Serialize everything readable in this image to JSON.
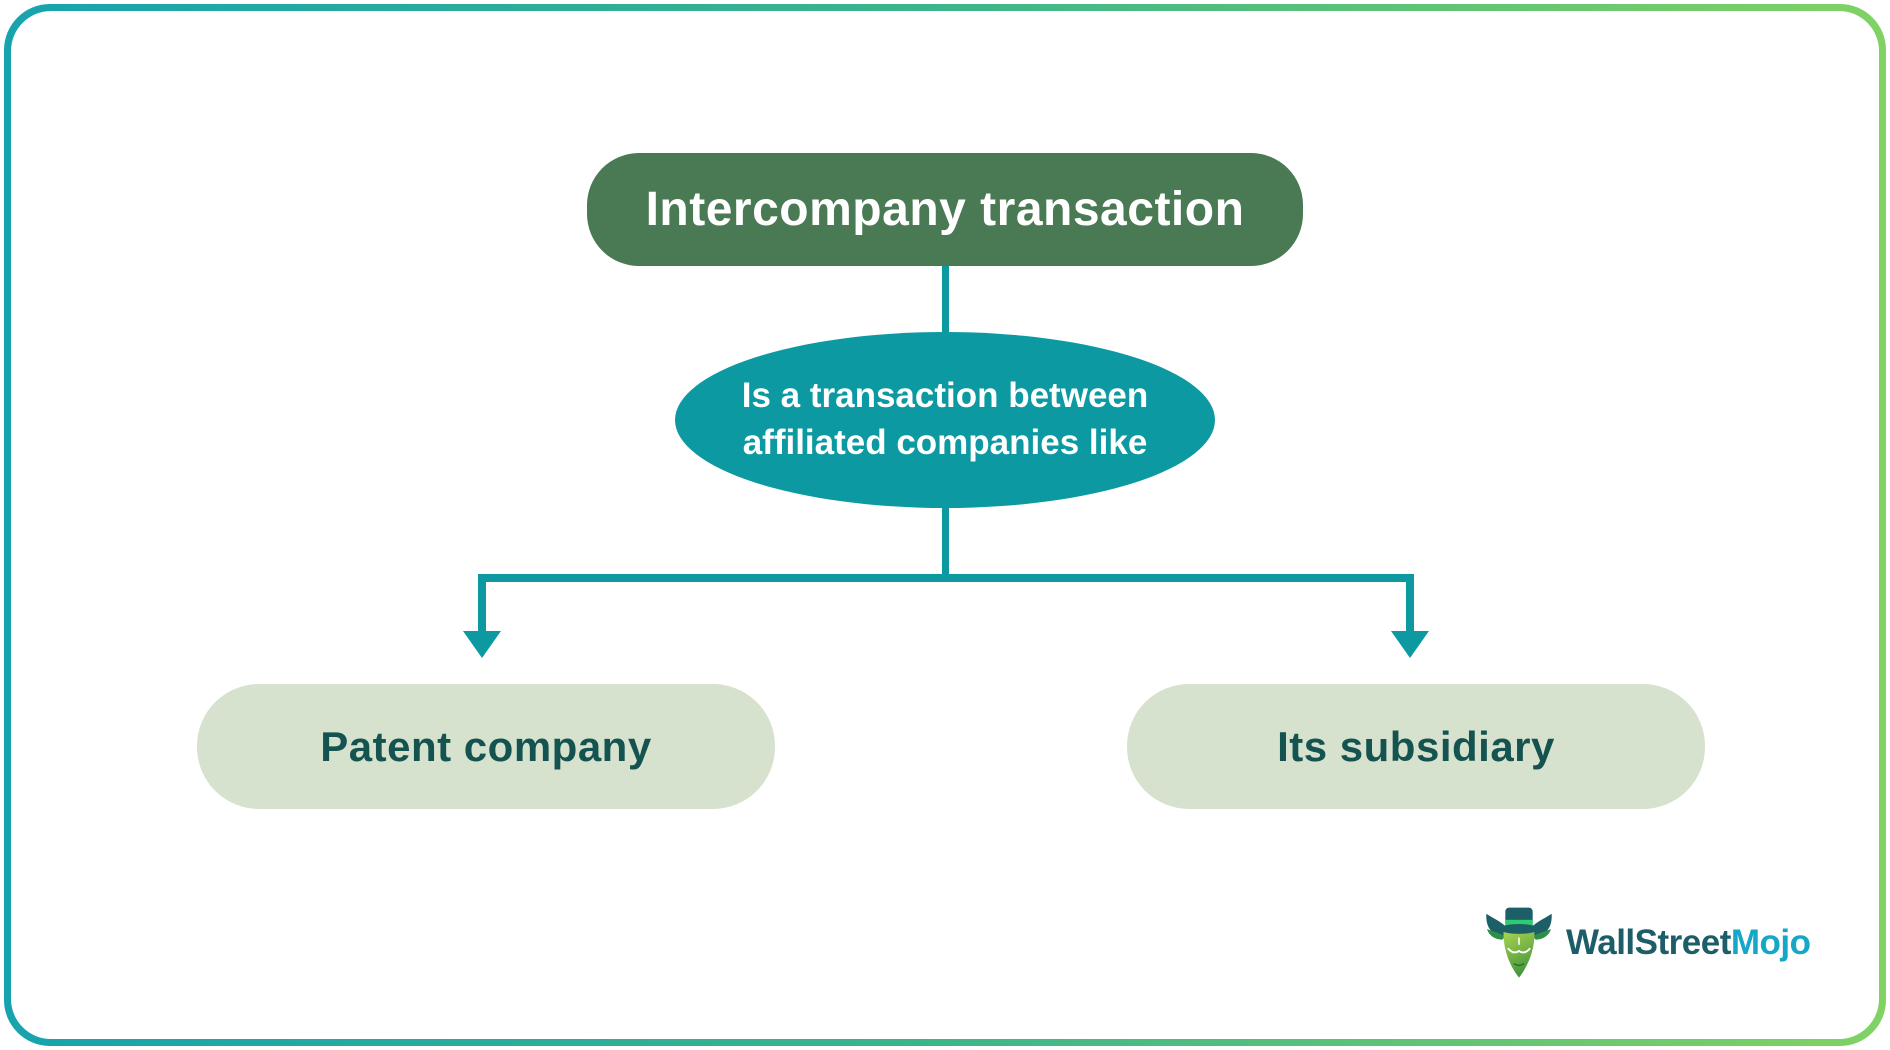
{
  "page": {
    "background": "#ffffff",
    "border": {
      "gradient_start": "#17a3ae",
      "gradient_end": "#80d263"
    }
  },
  "diagram": {
    "root": {
      "label": "Intercompany transaction",
      "bg": "#4a7a54",
      "text_color": "#ffffff"
    },
    "definition": {
      "label": "Is a transaction between affiliated companies like",
      "bg": "#0c99a2",
      "text_color": "#ffffff"
    },
    "connector_color": "#0c99a2",
    "children": [
      {
        "label": "Patent company",
        "bg": "#d6e2cd",
        "text_color": "#14534f"
      },
      {
        "label": "Its subsidiary",
        "bg": "#d6e2cd",
        "text_color": "#14534f"
      }
    ]
  },
  "branding": {
    "icon": "bull-mascot-icon",
    "text_primary": "WallStreet",
    "text_accent": "Mojo",
    "primary_color": "#1d5d68",
    "accent_color": "#14a7c6",
    "hat_band_color": "#2ecc71"
  }
}
